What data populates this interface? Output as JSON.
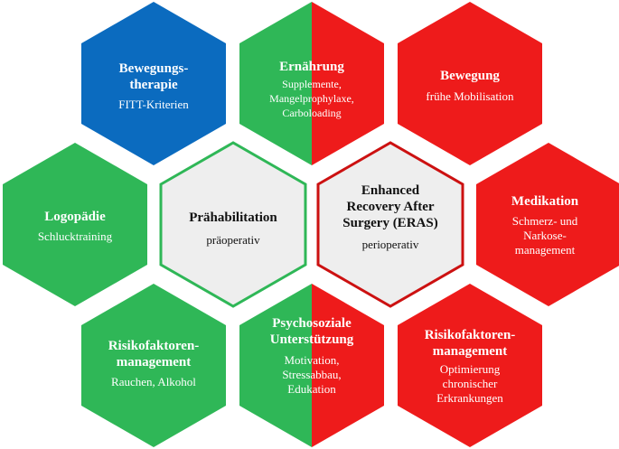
{
  "colors": {
    "blue": "#0b6bbf",
    "green": "#2fb757",
    "red": "#ee1b1b",
    "center_fill": "#eeeeee",
    "green_border": "#2fb757",
    "red_border": "#cc1111"
  },
  "hexagons": {
    "bewegungstherapie": {
      "title": [
        "Bewegungs-",
        "therapie"
      ],
      "sub": [
        "FITT-Kriterien"
      ]
    },
    "ernaehrung": {
      "title": [
        "Ernährung"
      ],
      "sub": [
        "Supplemente,",
        "Mangelprophylaxe,",
        "Carboloading"
      ]
    },
    "bewegung": {
      "title": [
        "Bewegung"
      ],
      "sub": [
        "frühe Mobilisation"
      ]
    },
    "logopaedie": {
      "title": [
        "Logopädie"
      ],
      "sub": [
        "Schlucktraining"
      ]
    },
    "praehabilitation": {
      "title": [
        "Prähabilitation"
      ],
      "sub": [
        "präoperativ"
      ]
    },
    "eras": {
      "title": [
        "Enhanced",
        "Recovery After",
        "Surgery (ERAS)"
      ],
      "sub": [
        "perioperativ"
      ]
    },
    "medikation": {
      "title": [
        "Medikation"
      ],
      "sub": [
        "Schmerz- und",
        "Narkose-",
        "management"
      ]
    },
    "risiko_left": {
      "title": [
        "Risikofaktoren-",
        "management"
      ],
      "sub": [
        "Rauchen, Alkohol"
      ]
    },
    "psychosozial": {
      "title": [
        "Psychosoziale",
        "Unterstützung"
      ],
      "sub": [
        "Motivation,",
        "Stressabbau,",
        "Edukation"
      ]
    },
    "risiko_right": {
      "title": [
        "Risikofaktoren-",
        "management"
      ],
      "sub": [
        "Optimierung",
        "chronischer",
        "Erkrankungen"
      ]
    }
  }
}
